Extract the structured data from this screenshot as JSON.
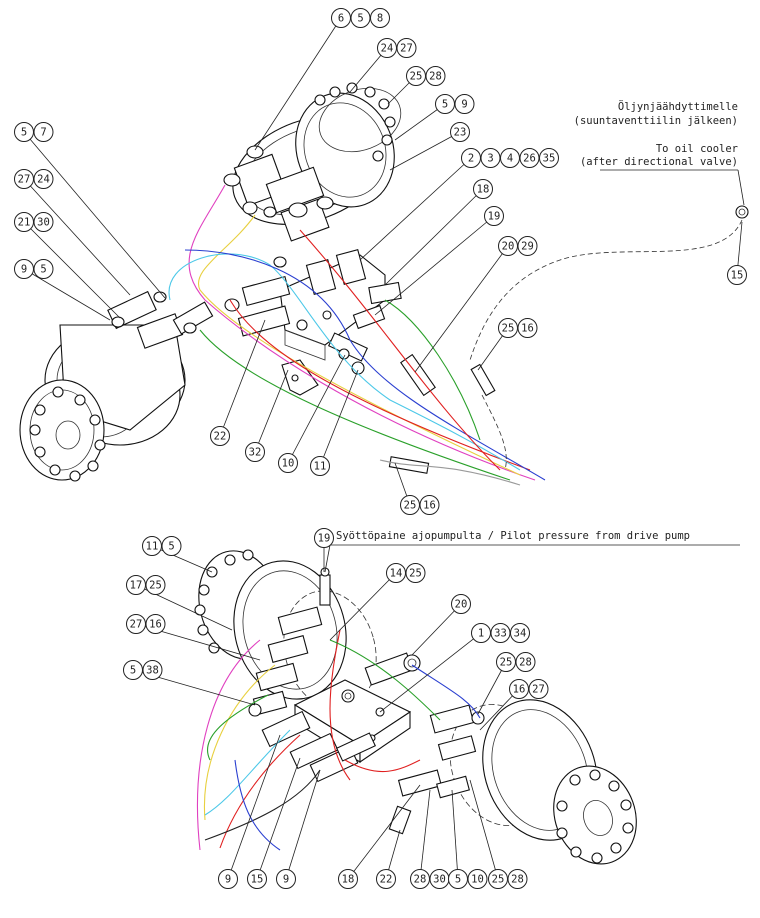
{
  "note_oil_cooler": {
    "fi_line1": "Öljynjäähdyttimelle",
    "fi_line2": "(suuntaventtiilin jälkeen)",
    "en_line1": "To oil cooler",
    "en_line2": "(after directional valve)"
  },
  "note_pilot": {
    "text": "Syöttöpaine ajopumpulta / Pilot pressure from drive pump"
  },
  "callouts_top": [
    {
      "id": "t1",
      "labels": [
        "6",
        "5",
        "8"
      ]
    },
    {
      "id": "t2",
      "labels": [
        "24",
        "27"
      ]
    },
    {
      "id": "t3",
      "labels": [
        "25",
        "28"
      ]
    },
    {
      "id": "t4",
      "labels": [
        "5",
        "9"
      ]
    },
    {
      "id": "t5",
      "labels": [
        "23"
      ]
    },
    {
      "id": "t6",
      "labels": [
        "2",
        "3",
        "4",
        "26",
        "35"
      ]
    },
    {
      "id": "t7",
      "labels": [
        "18"
      ]
    },
    {
      "id": "t8",
      "labels": [
        "19"
      ]
    },
    {
      "id": "t9",
      "labels": [
        "20",
        "29"
      ]
    },
    {
      "id": "t10",
      "labels": [
        "25",
        "16"
      ]
    },
    {
      "id": "t11",
      "labels": [
        "15"
      ]
    },
    {
      "id": "t12",
      "labels": [
        "5",
        "7"
      ]
    },
    {
      "id": "t13",
      "labels": [
        "27",
        "24"
      ]
    },
    {
      "id": "t14",
      "labels": [
        "21",
        "30"
      ]
    },
    {
      "id": "t15",
      "labels": [
        "9",
        "5"
      ]
    },
    {
      "id": "t16",
      "labels": [
        "22"
      ]
    },
    {
      "id": "t17",
      "labels": [
        "32"
      ]
    },
    {
      "id": "t18",
      "labels": [
        "10"
      ]
    },
    {
      "id": "t19",
      "labels": [
        "11"
      ]
    },
    {
      "id": "t20",
      "labels": [
        "25",
        "16"
      ]
    }
  ],
  "callouts_bottom": [
    {
      "id": "b1",
      "labels": [
        "19"
      ]
    },
    {
      "id": "b2",
      "labels": [
        "11",
        "5"
      ]
    },
    {
      "id": "b3",
      "labels": [
        "14",
        "25"
      ]
    },
    {
      "id": "b4",
      "labels": [
        "17",
        "25"
      ]
    },
    {
      "id": "b5",
      "labels": [
        "20"
      ]
    },
    {
      "id": "b6",
      "labels": [
        "27",
        "16"
      ]
    },
    {
      "id": "b7",
      "labels": [
        "1",
        "33",
        "34"
      ]
    },
    {
      "id": "b8",
      "labels": [
        "5",
        "38"
      ]
    },
    {
      "id": "b9",
      "labels": [
        "25",
        "28"
      ]
    },
    {
      "id": "b10",
      "labels": [
        "16",
        "27"
      ]
    },
    {
      "id": "b11",
      "labels": [
        "9"
      ]
    },
    {
      "id": "b12",
      "labels": [
        "15"
      ]
    },
    {
      "id": "b13",
      "labels": [
        "9"
      ]
    },
    {
      "id": "b14",
      "labels": [
        "18"
      ]
    },
    {
      "id": "b15",
      "labels": [
        "22"
      ]
    },
    {
      "id": "b16",
      "labels": [
        "28",
        "30"
      ]
    },
    {
      "id": "b17",
      "labels": [
        "5",
        "10"
      ]
    },
    {
      "id": "b18",
      "labels": [
        "25",
        "28"
      ]
    }
  ],
  "hose_colors": {
    "red": "#e02020",
    "green": "#2aa02a",
    "blue": "#2a3fd0",
    "cyan": "#4cc8e8",
    "magenta": "#e040c0",
    "yellow": "#e8d040",
    "gray": "#9a9a9a",
    "black": "#222222"
  }
}
